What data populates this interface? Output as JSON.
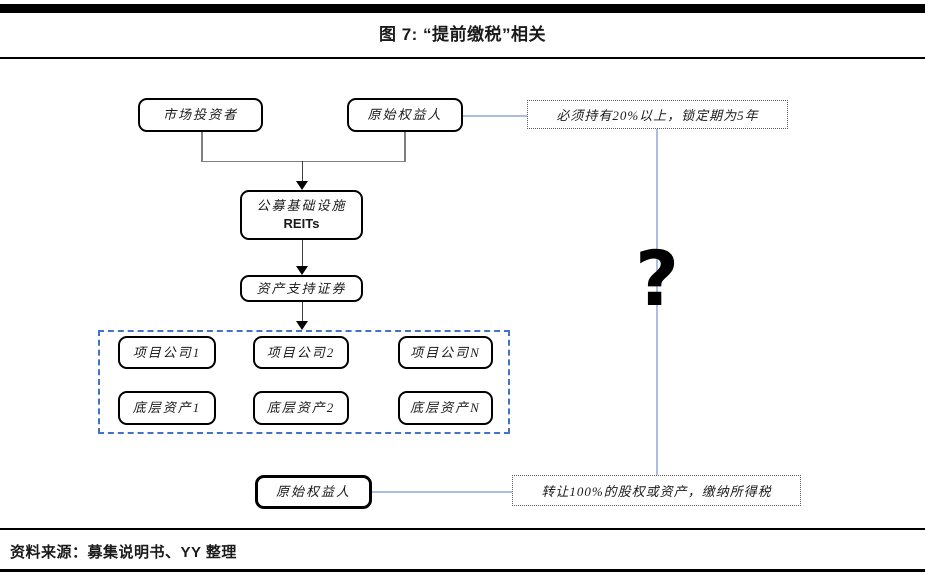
{
  "figure": {
    "title": "图 7: “提前缴税”相关",
    "source": "资料来源：募集说明书、YY 整理"
  },
  "nodes": {
    "market_investor": "市场投资者",
    "original_holder_top": "原始权益人",
    "lockup_note": "必须持有20%以上，锁定期为5年",
    "reits_line1": "公募基础设施",
    "reits_line2": "REITs",
    "abs_securities": "资产支持证券",
    "project_company_1": "项目公司1",
    "project_company_2": "项目公司2",
    "project_company_n": "项目公司N",
    "underlying_asset_1": "底层资产1",
    "underlying_asset_2": "底层资产2",
    "underlying_asset_n": "底层资产N",
    "original_holder_bottom": "原始权益人",
    "transfer_note": "转让100%的股权或资产，缴纳所得税",
    "question": "?"
  },
  "colors": {
    "box_border": "#000000",
    "connector_gray": "#7f7f7f",
    "connector_blue": "#a9bee2",
    "container_border_blue": "#4472c4",
    "note_border": "#595959"
  }
}
